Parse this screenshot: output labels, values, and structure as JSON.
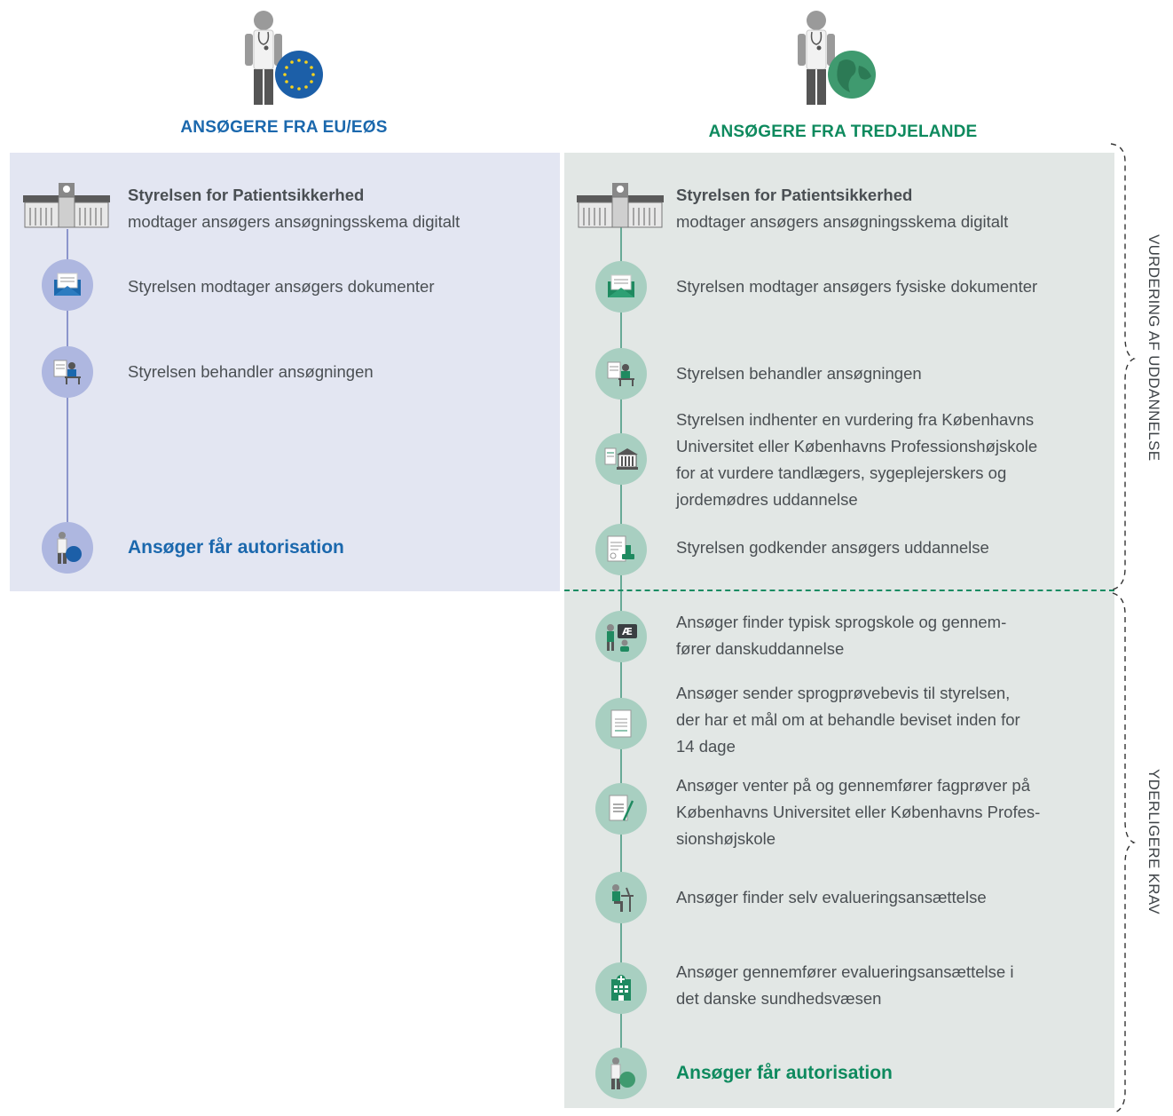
{
  "columns": {
    "eu": {
      "header": "ANSØGERE FRA EU/EØS",
      "steps": {
        "s1_bold": "Styrelsen for Patientsikkerhed",
        "s1_text": "modtager ansøgers ansøgningsskema digitalt",
        "s2": "Styrelsen modtager ansøgers dokumenter",
        "s3": "Styrelsen behandler ansøgningen",
        "final": "Ansøger får autorisation"
      }
    },
    "third": {
      "header": "ANSØGERE FRA TREDJELANDE",
      "steps": {
        "s1_bold": "Styrelsen for Patientsikkerhed",
        "s1_text": "modtager ansøgers ansøgningsskema digitalt",
        "s2": "Styrelsen modtager ansøgers fysiske dokumenter",
        "s3": "Styrelsen behandler ansøgningen",
        "s4_l1": "Styrelsen indhenter en vurdering fra Københavns",
        "s4_l2": "Universitet eller Københavns Professionshøjskole",
        "s4_l3": "for at vurdere tandlægers, sygeplejerskers og",
        "s4_l4": "jordemødres uddannelse",
        "s5": "Styrelsen godkender ansøgers uddannelse",
        "s6_l1": "Ansøger finder typisk sprogskole og gennem-",
        "s6_l2": "fører danskuddannelse",
        "s7_l1": "Ansøger sender sprogprøvebevis til styrelsen,",
        "s7_l2": "der har et mål om at behandle beviset inden for",
        "s7_l3": "14 dage",
        "s8_l1": "Ansøger venter på og gennemfører fagprøver på",
        "s8_l2": "Københavns Universitet eller Københavns Profes-",
        "s8_l3": "sionshøjskole",
        "s9": "Ansøger finder selv evalueringsansættelse",
        "s10_l1": "Ansøger gennemfører evalueringsansættelse i",
        "s10_l2": "det danske sundhedsvæsen",
        "final": "Ansøger får autorisation"
      }
    }
  },
  "side_labels": {
    "top": "VURDERING AF UDDANNELSE",
    "bottom": "YDERLIGERE KRAV"
  },
  "colors": {
    "eu_accent": "#1b68ad",
    "third_accent": "#0e8a5e",
    "eu_panel": "#e3e6f2",
    "third_panel": "#e2e7e5"
  }
}
